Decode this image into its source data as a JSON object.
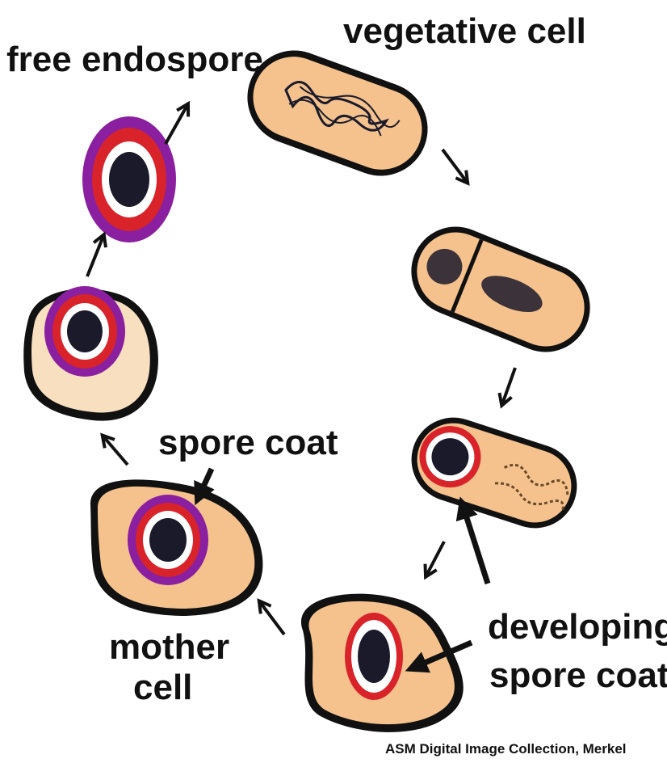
{
  "labels": {
    "vegetative_cell": "vegetative cell",
    "free_endospore": "free endospore",
    "spore_coat": "spore coat",
    "mother_cell_line1": "mother",
    "mother_cell_line2": "cell",
    "developing_line1": "developing",
    "developing_line2": "spore coat",
    "credit": "ASM Digital Image Collection, Merkel"
  },
  "colors": {
    "cell_fill": "#f5c28e",
    "cell_outline": "#111111",
    "pale_cell_fill": "#f7dfc0",
    "spore_coat_red": "#d8232a",
    "spore_coat_purple": "#8a1fa0",
    "dna": "#1a1a2a",
    "background": "#ffffff"
  }
}
